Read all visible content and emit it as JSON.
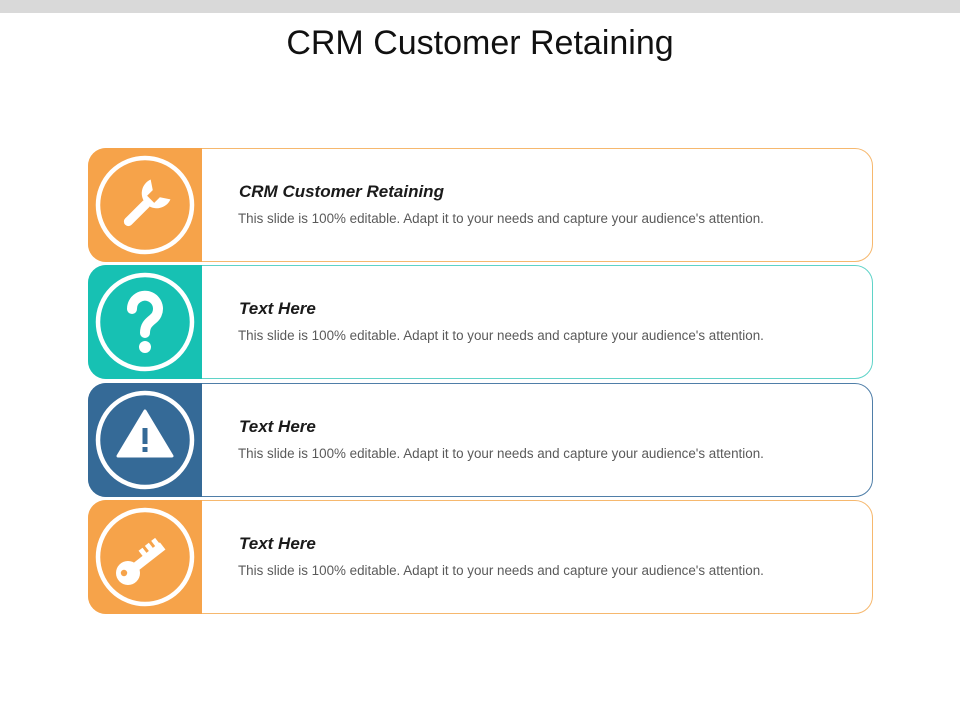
{
  "title": "CRM Customer Retaining",
  "colors": {
    "orange": "#f6a34a",
    "teal": "#17c1b3",
    "blue": "#356a97"
  },
  "items": [
    {
      "icon": "wrench-icon",
      "color": "#f6a34a",
      "heading": "CRM Customer Retaining",
      "text": "This slide is 100% editable. Adapt it to your needs and capture your audience's attention."
    },
    {
      "icon": "question-mark-icon",
      "color": "#17c1b3",
      "heading": "Text Here",
      "text": "This slide is 100% editable. Adapt it to your needs and capture your audience's attention."
    },
    {
      "icon": "warning-icon",
      "color": "#356a97",
      "heading": "Text Here",
      "text": "This slide is 100% editable. Adapt it to your needs and capture your audience's attention."
    },
    {
      "icon": "key-icon",
      "color": "#f6a34a",
      "heading": "Text Here",
      "text": "This slide is 100% editable. Adapt it to your needs and capture your audience's attention."
    }
  ]
}
